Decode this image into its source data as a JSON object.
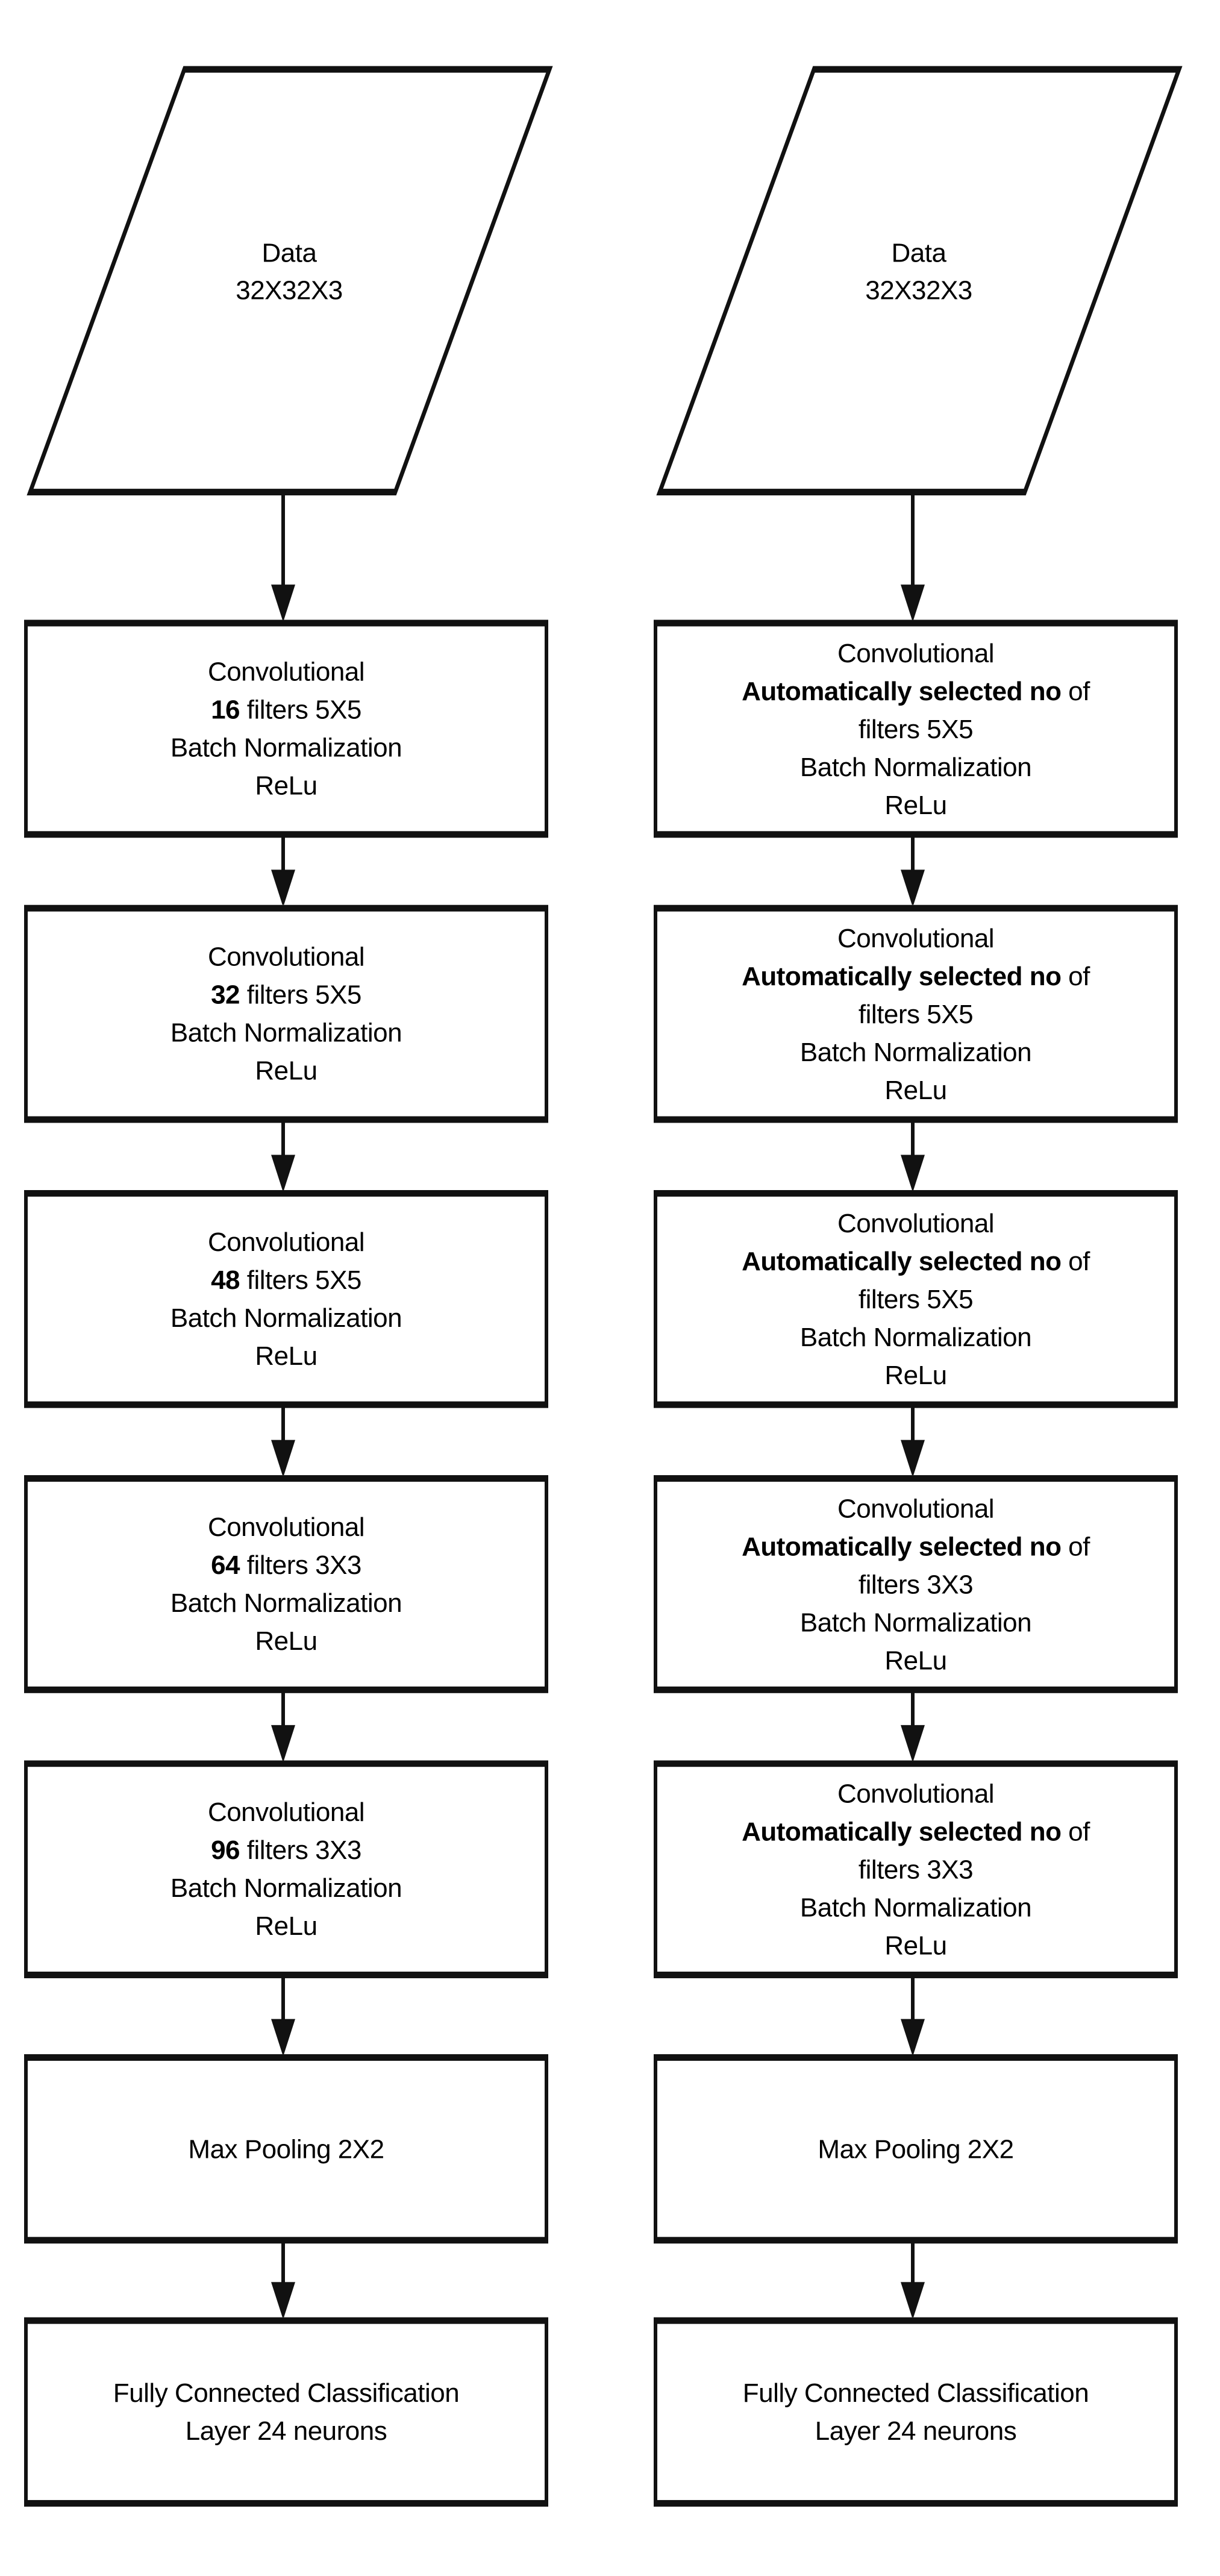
{
  "diagram": {
    "title": "CNN architecture comparison flowchart",
    "columns": [
      {
        "id": "manual",
        "name": "manually-specified-filters-pipeline",
        "data_node": {
          "line1": "Data",
          "line2": "32X32X3"
        },
        "layers": [
          {
            "name": "conv-layer-1",
            "title": "Convolutional",
            "filters_count": "16",
            "filters_suffix": " filters 5X5",
            "norm": "Batch Normalization",
            "activation": "ReLu"
          },
          {
            "name": "conv-layer-2",
            "title": "Convolutional",
            "filters_count": "32",
            "filters_suffix": " filters 5X5",
            "norm": "Batch Normalization",
            "activation": "ReLu"
          },
          {
            "name": "conv-layer-3",
            "title": "Convolutional",
            "filters_count": "48",
            "filters_suffix": " filters 5X5",
            "norm": "Batch Normalization",
            "activation": "ReLu"
          },
          {
            "name": "conv-layer-4",
            "title": "Convolutional",
            "filters_count": "64",
            "filters_suffix": " filters 3X3",
            "norm": "Batch Normalization",
            "activation": "ReLu"
          },
          {
            "name": "conv-layer-5",
            "title": "Convolutional",
            "filters_count": "96",
            "filters_suffix": " filters 3X3",
            "norm": "Batch Normalization",
            "activation": "ReLu"
          }
        ],
        "pooling": {
          "label": "Max Pooling 2X2"
        },
        "classifier": {
          "line1": "Fully Connected Classification",
          "line2": "Layer 24 neurons"
        }
      },
      {
        "id": "automatic",
        "name": "automatically-selected-filters-pipeline",
        "data_node": {
          "line1": "Data",
          "line2": "32X32X3"
        },
        "layers": [
          {
            "name": "conv-layer-1",
            "title": "Convolutional",
            "auto_bold": "Automatically selected no",
            "auto_tail": " of",
            "filters_line": "filters 5X5",
            "norm": "Batch Normalization",
            "activation": "ReLu"
          },
          {
            "name": "conv-layer-2",
            "title": "Convolutional",
            "auto_bold": "Automatically selected no",
            "auto_tail": " of",
            "filters_line": "filters 5X5",
            "norm": "Batch Normalization",
            "activation": "ReLu"
          },
          {
            "name": "conv-layer-3",
            "title": "Convolutional",
            "auto_bold": "Automatically selected no",
            "auto_tail": " of",
            "filters_line": "filters 5X5",
            "norm": "Batch Normalization",
            "activation": "ReLu"
          },
          {
            "name": "conv-layer-4",
            "title": "Convolutional",
            "auto_bold": "Automatically selected no",
            "auto_tail": " of",
            "filters_line": "filters 3X3",
            "norm": "Batch Normalization",
            "activation": "ReLu"
          },
          {
            "name": "conv-layer-5",
            "title": "Convolutional",
            "auto_bold": "Automatically selected no",
            "auto_tail": " of",
            "filters_line": "filters 3X3",
            "norm": "Batch Normalization",
            "activation": "ReLu"
          }
        ],
        "pooling": {
          "label": "Max Pooling 2X2"
        },
        "classifier": {
          "line1": "Fully Connected Classification",
          "line2": "Layer 24 neurons"
        }
      }
    ],
    "colors": {
      "stroke": "#111111",
      "fill": "#ffffff",
      "text": "#000000"
    }
  }
}
